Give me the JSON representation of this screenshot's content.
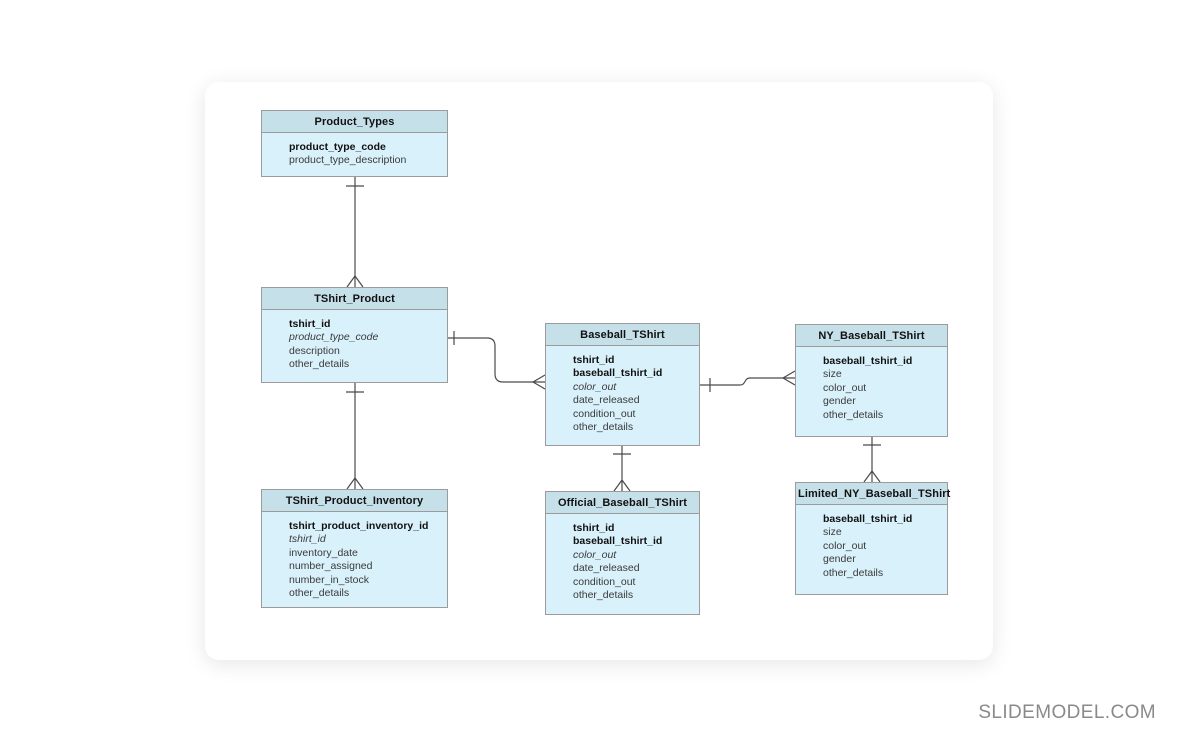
{
  "page": {
    "watermark": "SLIDEMODEL.COM"
  },
  "diagram": {
    "type": "entity-relationship-diagram",
    "notation": "crows-foot",
    "colors": {
      "header_fill": "#c6e0ea",
      "body_fill": "#d9f1fb",
      "box_border": "#9b9b9b",
      "line": "#4a4a4a",
      "watermark": "#8a8a8a"
    },
    "entities": [
      {
        "key": "product_types",
        "title": "Product_Types",
        "fields": [
          {
            "text": "product_type_code",
            "bold": true
          },
          {
            "text": "product_type_description"
          }
        ]
      },
      {
        "key": "tshirt_product",
        "title": "TShirt_Product",
        "fields": [
          {
            "text": "tshirt_id",
            "bold": true
          },
          {
            "text": "product_type_code",
            "italic": true
          },
          {
            "text": "description"
          },
          {
            "text": "other_details"
          }
        ]
      },
      {
        "key": "tshirt_product_inventory",
        "title": "TShirt_Product_Inventory",
        "fields": [
          {
            "text": "tshirt_product_inventory_id",
            "bold": true
          },
          {
            "text": "tshirt_id",
            "italic": true
          },
          {
            "text": "inventory_date"
          },
          {
            "text": "number_assigned"
          },
          {
            "text": "number_in_stock"
          },
          {
            "text": "other_details"
          }
        ]
      },
      {
        "key": "baseball_tshirt",
        "title": "Baseball_TShirt",
        "fields": [
          {
            "text": "tshirt_id",
            "bold": true
          },
          {
            "text": "baseball_tshirt_id",
            "bold": true
          },
          {
            "text": "color_out",
            "italic": true
          },
          {
            "text": "date_released"
          },
          {
            "text": "condition_out"
          },
          {
            "text": "other_details"
          }
        ]
      },
      {
        "key": "official_baseball_tshirt",
        "title": "Official_Baseball_TShirt",
        "fields": [
          {
            "text": "tshirt_id",
            "bold": true
          },
          {
            "text": "baseball_tshirt_id",
            "bold": true
          },
          {
            "text": "color_out",
            "italic": true
          },
          {
            "text": "date_released"
          },
          {
            "text": "condition_out"
          },
          {
            "text": "other_details"
          }
        ]
      },
      {
        "key": "ny_baseball_tshirt",
        "title": "NY_Baseball_TShirt",
        "fields": [
          {
            "text": "baseball_tshirt_id",
            "bold": true
          },
          {
            "text": "size"
          },
          {
            "text": "color_out"
          },
          {
            "text": "gender"
          },
          {
            "text": "other_details"
          }
        ]
      },
      {
        "key": "limited_ny_baseball_tshirt",
        "title": "Limited_NY_Baseball_TShirt",
        "fields": [
          {
            "text": "baseball_tshirt_id",
            "bold": true
          },
          {
            "text": "size"
          },
          {
            "text": "color_out"
          },
          {
            "text": "gender"
          },
          {
            "text": "other_details"
          }
        ]
      }
    ],
    "relationships": [
      {
        "from": "Product_Types",
        "to": "TShirt_Product",
        "from_cardinality": "one",
        "to_cardinality": "many"
      },
      {
        "from": "TShirt_Product",
        "to": "TShirt_Product_Inventory",
        "from_cardinality": "one",
        "to_cardinality": "many"
      },
      {
        "from": "TShirt_Product",
        "to": "Baseball_TShirt",
        "from_cardinality": "one",
        "to_cardinality": "many"
      },
      {
        "from": "Baseball_TShirt",
        "to": "Official_Baseball_TShirt",
        "from_cardinality": "one",
        "to_cardinality": "many"
      },
      {
        "from": "Baseball_TShirt",
        "to": "NY_Baseball_TShirt",
        "from_cardinality": "one",
        "to_cardinality": "many"
      },
      {
        "from": "NY_Baseball_TShirt",
        "to": "Limited_NY_Baseball_TShirt",
        "from_cardinality": "one",
        "to_cardinality": "many"
      }
    ]
  }
}
